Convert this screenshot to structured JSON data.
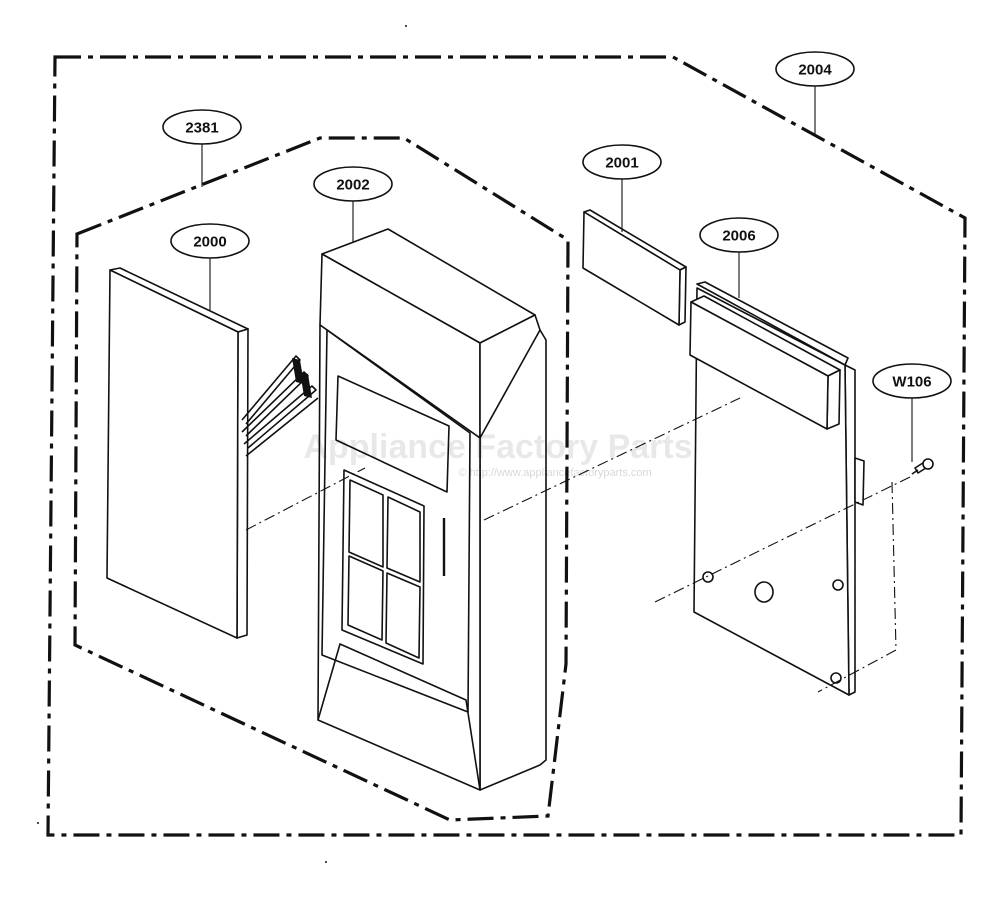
{
  "callouts": {
    "c2004": "2004",
    "c2381": "2381",
    "c2002": "2002",
    "c2001": "2001",
    "c2000": "2000",
    "c2006": "2006",
    "cW106": "W106"
  },
  "watermark": {
    "title": "Appliance Factory Parts",
    "url": "© http://www.appliancefactoryparts.com"
  }
}
